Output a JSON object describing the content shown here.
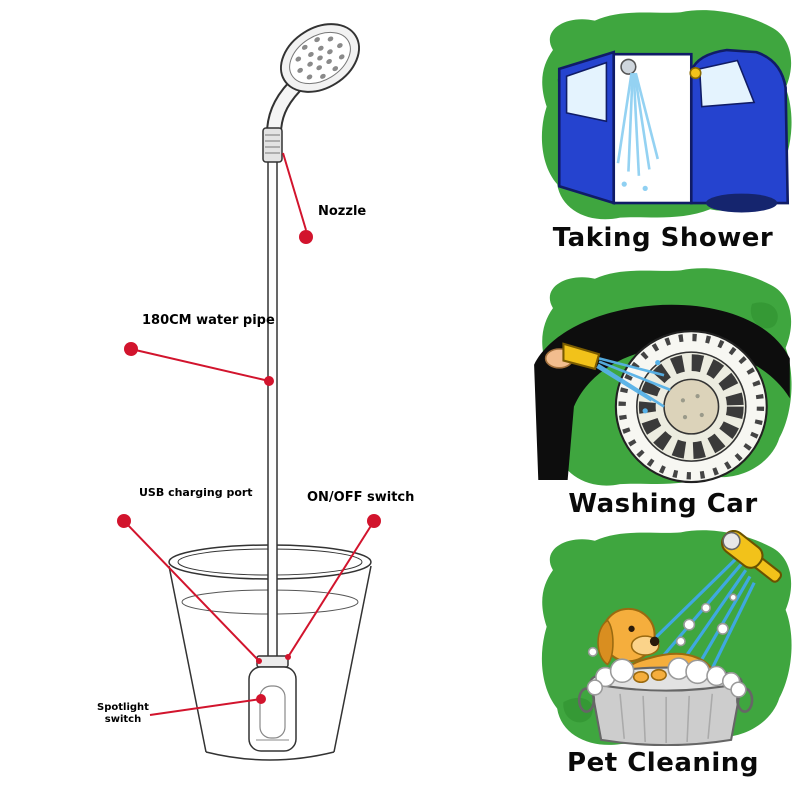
{
  "product_diagram": {
    "labels": {
      "nozzle": "Nozzle",
      "water_pipe": "180CM water pipe",
      "usb_port": "USB charging port",
      "on_off": "ON/OFF switch",
      "spotlight": "Spotlight switch"
    }
  },
  "usage_panels": [
    {
      "caption": "Taking Shower"
    },
    {
      "caption": "Washing Car"
    },
    {
      "caption": "Pet Cleaning"
    }
  ],
  "colors": {
    "callout_red": "#d2142d",
    "panel_green": "#3fa63f",
    "car_blue": "#2543cf",
    "dog_yellow": "#f5ae3d"
  }
}
